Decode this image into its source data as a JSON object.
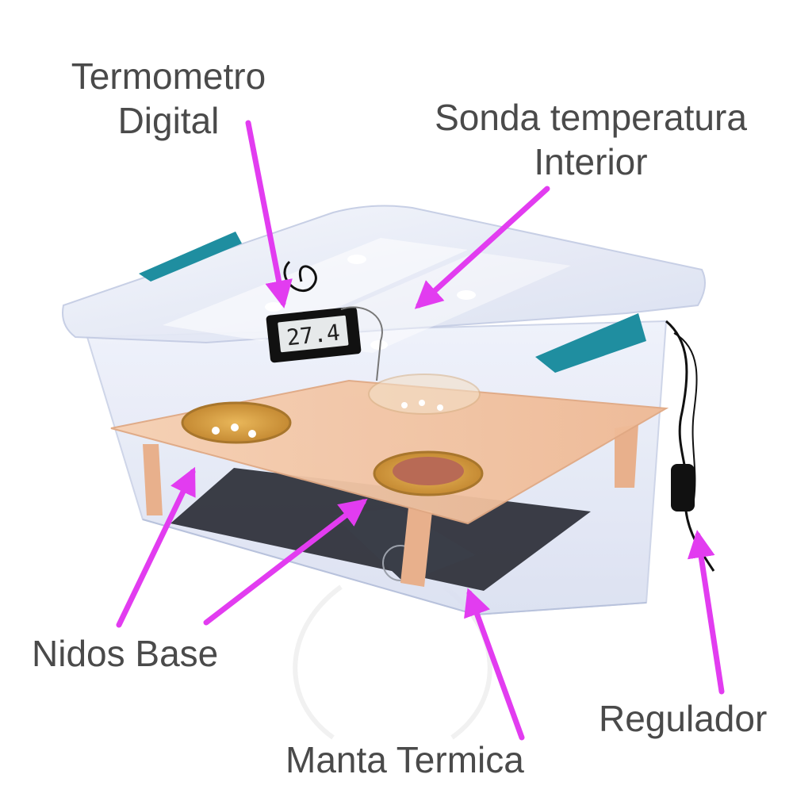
{
  "labels": {
    "thermometer_line1": "Termometro",
    "thermometer_line2": "Digital",
    "probe_line1": "Sonda temperatura",
    "probe_line2": "Interior",
    "nests": "Nidos Base",
    "blanket": "Manta Termica",
    "regulator": "Regulador"
  },
  "display": {
    "reading": "27.4"
  },
  "colors": {
    "arrow": "#e23cf0",
    "label_text": "#4a4a4a",
    "box_plastic": "#dfe6f5",
    "lid_handle": "#1f8ea0",
    "board_wood": "#f0c2a0",
    "heat_mat": "#2b2e36",
    "nest": "#d7a04a"
  },
  "icons": [
    "thermometer-display-icon",
    "temperature-probe-icon",
    "power-cable-icon",
    "switch-regulator-icon",
    "laurel-watermark-icon"
  ]
}
